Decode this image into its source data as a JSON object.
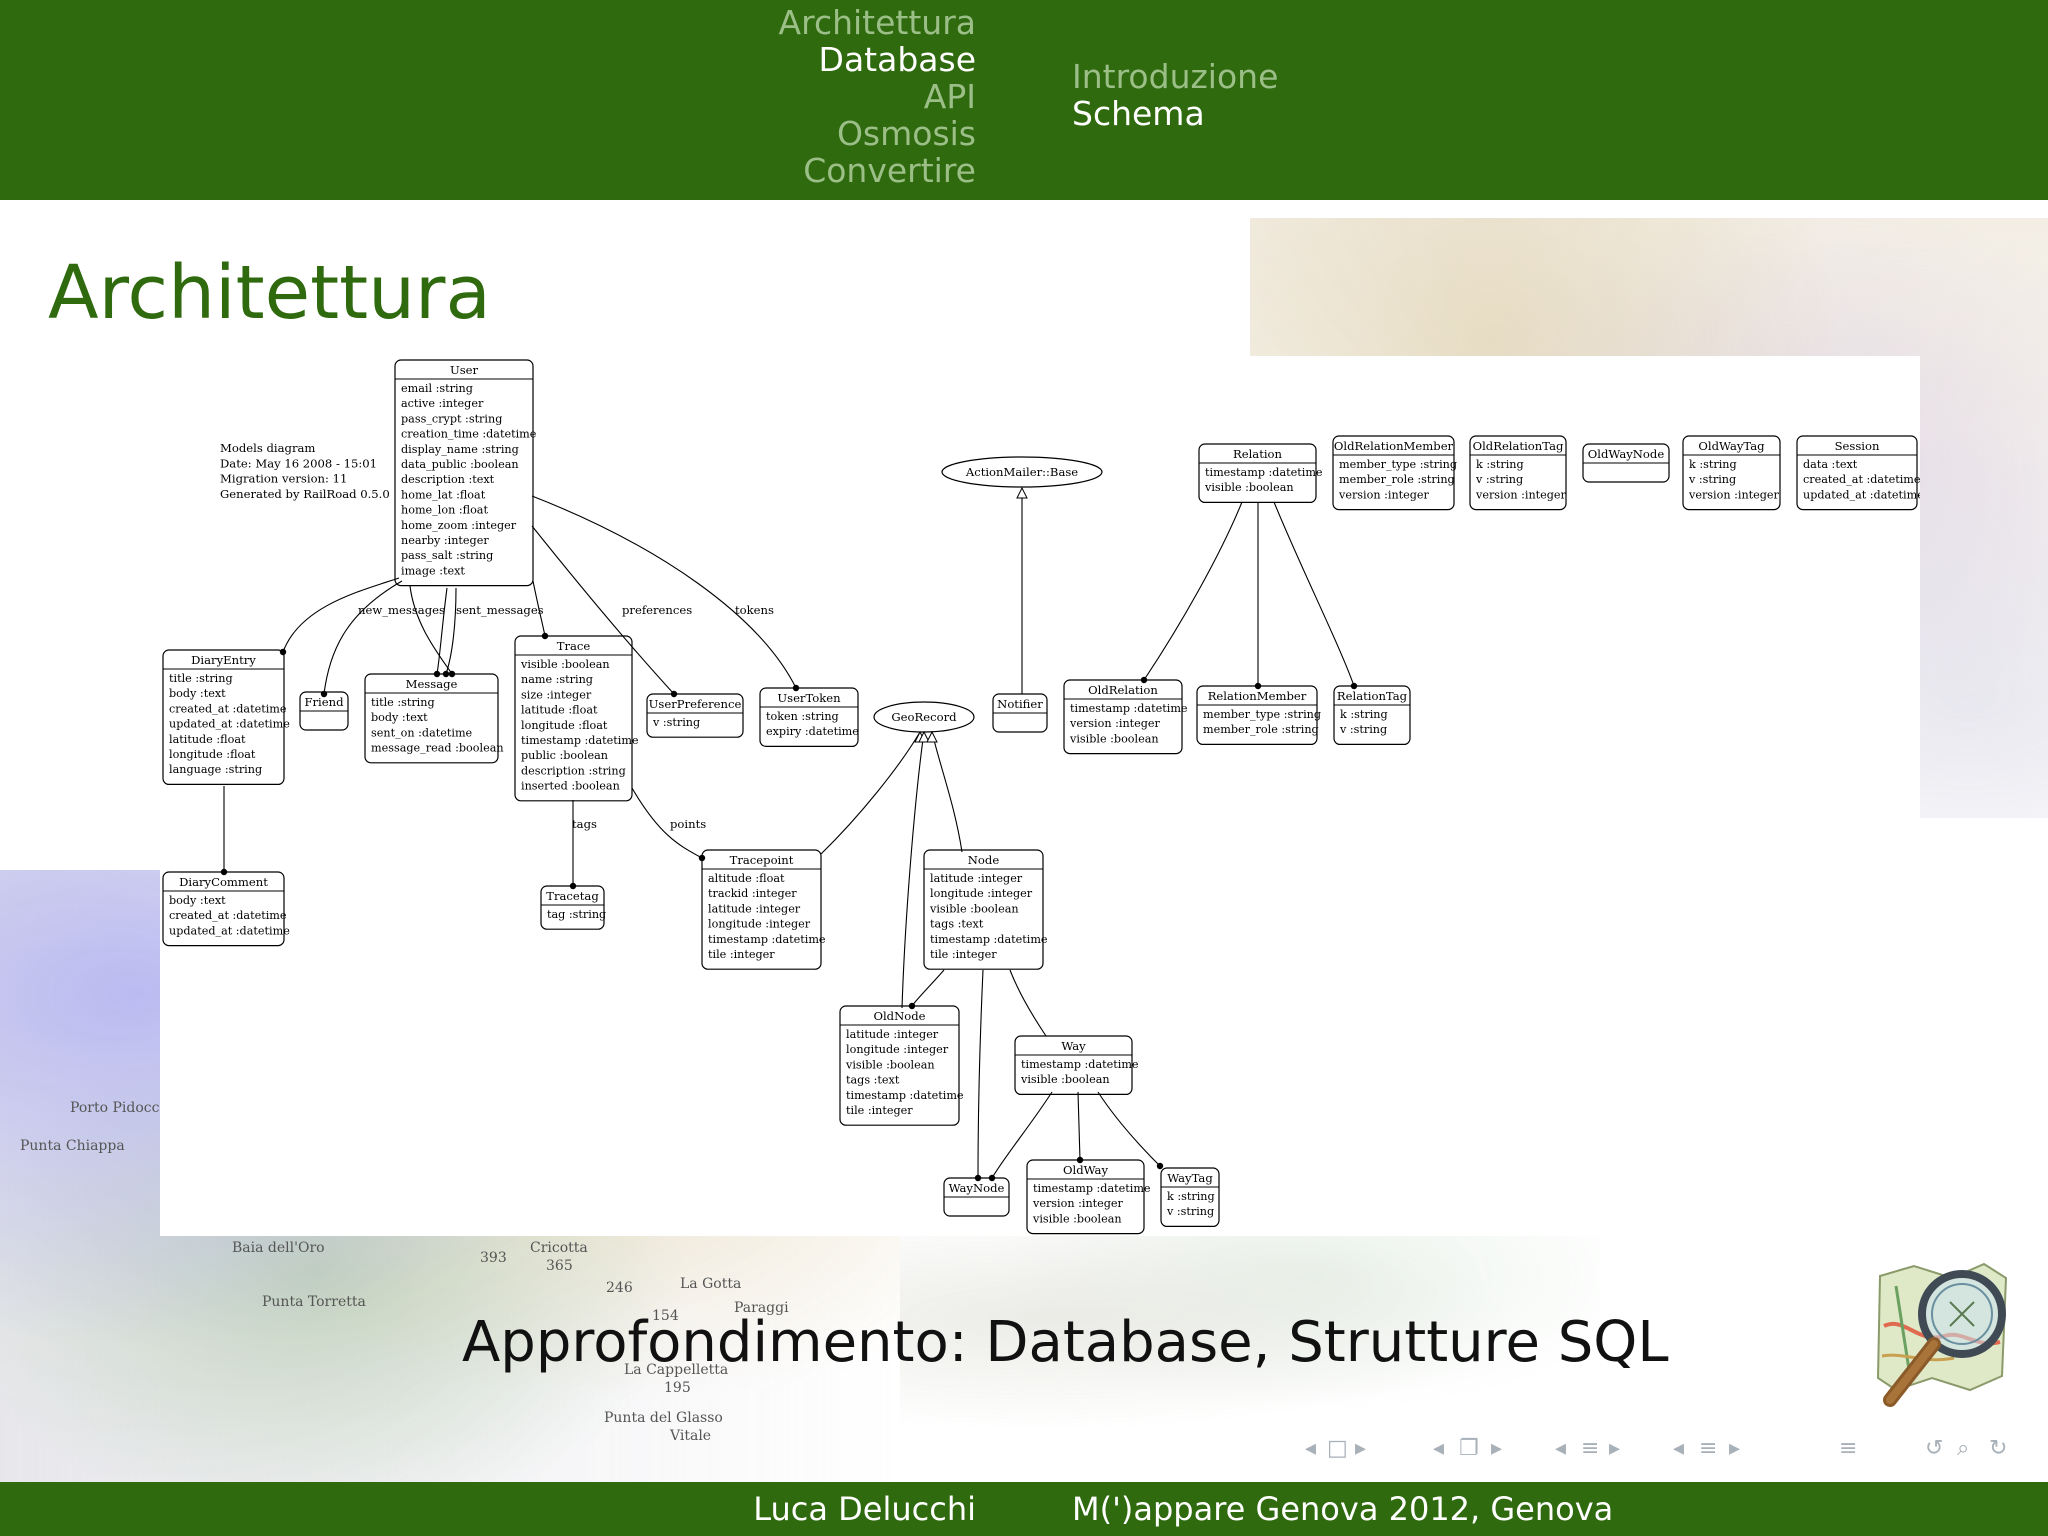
{
  "header": {
    "sections": [
      {
        "label": "Architettura",
        "active": false
      },
      {
        "label": "Database",
        "active": true
      },
      {
        "label": "API",
        "active": false
      },
      {
        "label": "Osmosis",
        "active": false
      },
      {
        "label": "Convertire",
        "active": false
      }
    ],
    "subsections": [
      {
        "label": "Introduzione",
        "active": false
      },
      {
        "label": "Schema",
        "active": true
      }
    ]
  },
  "frame_title": "Architettura",
  "subtitle": "Approfondimento: Database, Strutture SQL",
  "footer": {
    "author": "Luca Delucchi",
    "event": "M(')appare Genova 2012, Genova"
  },
  "colors": {
    "header_green": "#2f6a0f",
    "nav_inactive": "#9cbf88",
    "nav_active": "#ffffff",
    "nav_symbols": "#a8b0b8"
  },
  "map_labels": [
    "Porto Pidocchi",
    "Punta Chiappa",
    "Baia dell'Oro",
    "Punta Torretta",
    "Cricotta",
    "La Gotta",
    "Paraggi",
    "La Cappelletta",
    "Punta del Glasso",
    "Vitale",
    "393",
    "365",
    "246",
    "154",
    "195"
  ],
  "nav_icons": [
    "frame-prev-icon",
    "frame-icon",
    "frame-next-icon",
    "subsection-prev-icon",
    "subsection-icon",
    "subsection-next-icon",
    "section-prev-icon",
    "section-icon",
    "section-next-icon",
    "doc-prev-icon",
    "doc-icon",
    "doc-next-icon",
    "toc-icon",
    "back-icon",
    "search-icon",
    "forward-icon"
  ],
  "diagram": {
    "caption": [
      "Models diagram",
      "Date: May 16 2008 - 15:01",
      "Migration version: 11",
      "Generated by RailRoad 0.5.0"
    ],
    "models": [
      {
        "name": "User",
        "fields": [
          "email :string",
          "active :integer",
          "pass_crypt :string",
          "creation_time :datetime",
          "display_name :string",
          "data_public :boolean",
          "description :text",
          "home_lat :float",
          "home_lon :float",
          "home_zoom :integer",
          "nearby :integer",
          "pass_salt :string",
          "image :text"
        ]
      },
      {
        "name": "DiaryEntry",
        "fields": [
          "title :string",
          "body :text",
          "created_at :datetime",
          "updated_at :datetime",
          "latitude :float",
          "longitude :float",
          "language :string"
        ]
      },
      {
        "name": "Friend",
        "fields": []
      },
      {
        "name": "Message",
        "fields": [
          "title :string",
          "body :text",
          "sent_on :datetime",
          "message_read :boolean"
        ]
      },
      {
        "name": "Trace",
        "fields": [
          "visible :boolean",
          "name :string",
          "size :integer",
          "latitude :float",
          "longitude :float",
          "timestamp :datetime",
          "public :boolean",
          "description :string",
          "inserted :boolean"
        ]
      },
      {
        "name": "UserPreference",
        "fields": [
          "v :string"
        ]
      },
      {
        "name": "UserToken",
        "fields": [
          "token :string",
          "expiry :datetime"
        ]
      },
      {
        "name": "DiaryComment",
        "fields": [
          "body :text",
          "created_at :datetime",
          "updated_at :datetime"
        ]
      },
      {
        "name": "Tracetag",
        "fields": [
          "tag :string"
        ]
      },
      {
        "name": "Tracepoint",
        "fields": [
          "altitude :float",
          "trackid :integer",
          "latitude :integer",
          "longitude :integer",
          "timestamp :datetime",
          "tile :integer"
        ]
      },
      {
        "name": "Node",
        "fields": [
          "latitude :integer",
          "longitude :integer",
          "visible :boolean",
          "tags :text",
          "timestamp :datetime",
          "tile :integer"
        ]
      },
      {
        "name": "OldNode",
        "fields": [
          "latitude :integer",
          "longitude :integer",
          "visible :boolean",
          "tags :text",
          "timestamp :datetime",
          "tile :integer"
        ]
      },
      {
        "name": "Way",
        "fields": [
          "timestamp :datetime",
          "visible :boolean"
        ]
      },
      {
        "name": "WayNode",
        "fields": []
      },
      {
        "name": "OldWay",
        "fields": [
          "timestamp :datetime",
          "version :integer",
          "visible :boolean"
        ]
      },
      {
        "name": "WayTag",
        "fields": [
          "k :string",
          "v :string"
        ]
      },
      {
        "name": "Notifier",
        "fields": []
      },
      {
        "name": "Relation",
        "fields": [
          "timestamp :datetime",
          "visible :boolean"
        ]
      },
      {
        "name": "OldRelation",
        "fields": [
          "timestamp :datetime",
          "version :integer",
          "visible :boolean"
        ]
      },
      {
        "name": "RelationMember",
        "fields": [
          "member_type :string",
          "member_role :string"
        ]
      },
      {
        "name": "RelationTag",
        "fields": [
          "k :string",
          "v :string"
        ]
      },
      {
        "name": "OldRelationMember",
        "fields": [
          "member_type :string",
          "member_role :string",
          "version :integer"
        ]
      },
      {
        "name": "OldRelationTag",
        "fields": [
          "k :string",
          "v :string",
          "version :integer"
        ]
      },
      {
        "name": "OldWayNode",
        "fields": []
      },
      {
        "name": "OldWayTag",
        "fields": [
          "k :string",
          "v :string",
          "version :integer"
        ]
      },
      {
        "name": "Session",
        "fields": [
          "data :text",
          "created_at :datetime",
          "updated_at :datetime"
        ]
      }
    ],
    "ellipses": [
      "ActionMailer::Base",
      "GeoRecord"
    ],
    "edge_labels": [
      "new_messages",
      "sent_messages",
      "preferences",
      "tokens",
      "tags",
      "points"
    ]
  }
}
